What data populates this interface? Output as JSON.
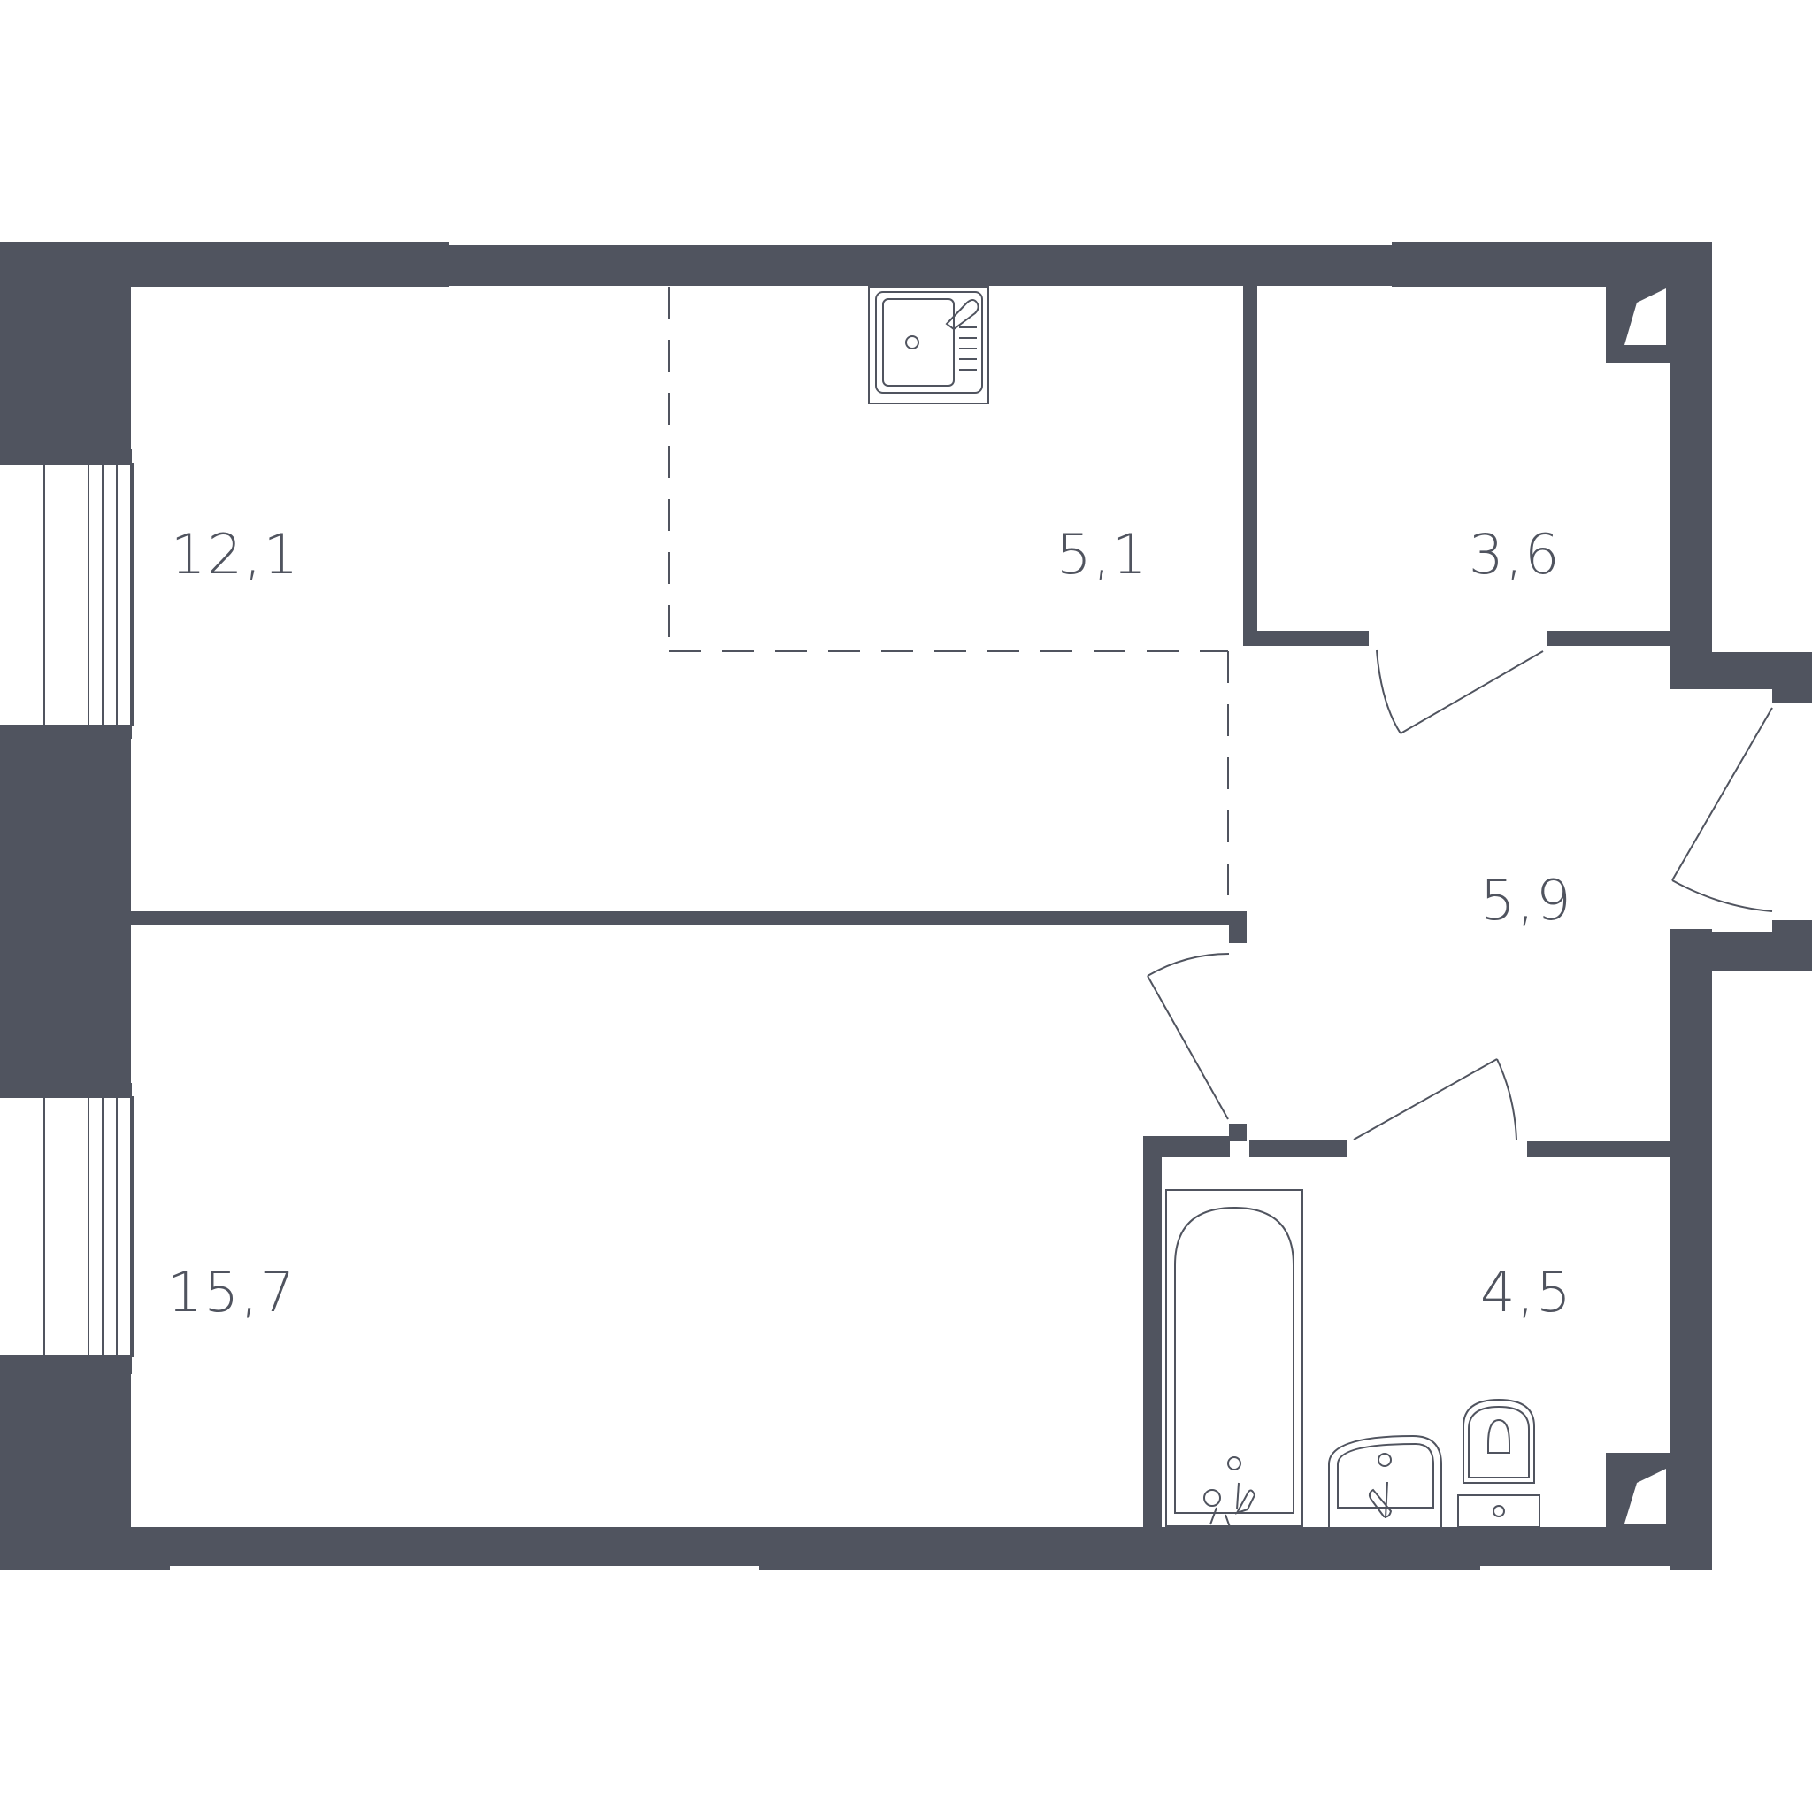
{
  "colors": {
    "wall": "#50545f",
    "line": "#50545f",
    "background": "#ffffff"
  },
  "rooms": [
    {
      "id": "living-room",
      "area": "12,1"
    },
    {
      "id": "kitchen-zone",
      "area": "5,1"
    },
    {
      "id": "storage",
      "area": "3,6"
    },
    {
      "id": "hallway",
      "area": "5,9"
    },
    {
      "id": "bedroom",
      "area": "15,7"
    },
    {
      "id": "bathroom",
      "area": "4,5"
    }
  ],
  "fixtures": [
    "kitchen-sink-icon",
    "bathtub-icon",
    "washbasin-icon",
    "toilet-icon"
  ]
}
